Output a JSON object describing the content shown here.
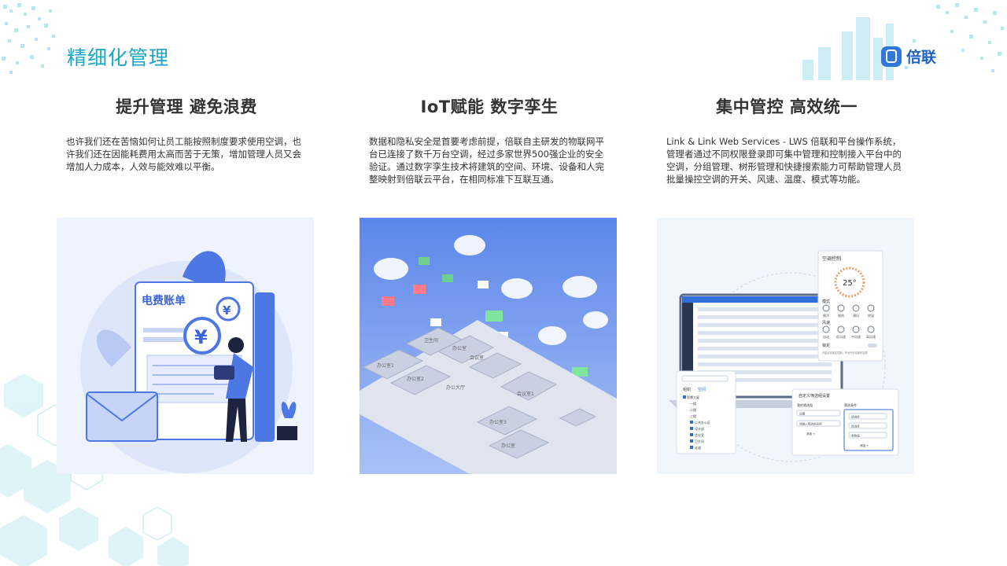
{
  "header": {
    "title": "精细化管理",
    "logo_text": "倍联"
  },
  "columns": [
    {
      "title": "提升管理 避免浪费",
      "text": "也许我们还在苦恼如何让员工能按照制度要求使用空调，也许我们还在因能耗费用太高而苦于无策，增加管理人员又会增加人力成本，人效与能效难以平衡。",
      "image": {
        "bill_label": "电费账单",
        "currency_symbol": "¥"
      }
    },
    {
      "title": "IoT赋能 数字孪生",
      "text": "数据和隐私安全是首要考虑前提，倍联自主研发的物联网平台已连接了数千万台空调，经过多家世界500强企业的安全验证。通过数字孪生技术将建筑的空间、环境、设备和人完整映射到倍联云平台，在相同标准下互联互通。",
      "image": {
        "room_labels": [
          "卫生间",
          "办公室",
          "会议室",
          "办公室1",
          "办公室2",
          "办公大厅",
          "会议室1",
          "办公室3",
          "办公室"
        ]
      }
    },
    {
      "title": "集中管控 高效统一",
      "text": "Link & Link Web Services - LWS 倍联和平台操作系统，管理者通过不同权限登录即可集中管理和控制接入平台中的空调，分组管理、树形管理和快捷搜索能力可帮助管理人员批量操控空调的开关、风速、温度、模式等功能。",
      "image": {
        "ac_panel_title": "空调控制",
        "temperature": "25°",
        "mode_label": "模式",
        "mode_options": [
          "制冷",
          "制热",
          "通风",
          "除湿"
        ],
        "wind_label": "风速",
        "wind_options": [
          "自动",
          "低风速",
          "中风速",
          "高风速"
        ],
        "lock_label": "锁定",
        "lock_hint": "开启后将锁定控制，不允许手动操作空调",
        "tree_tabs": [
          "组织",
          "空间"
        ],
        "tree_items": [
          "智慧大厦",
          "一楼",
          "二楼",
          "三楼",
          "公共办公区",
          "设计部",
          "会议室",
          "卫生间",
          "走道"
        ],
        "filter_title": "自定义筛选组设置",
        "filter_left_head": "我的筛选组",
        "filter_right_head": "筛选条件",
        "filter_left_items": [
          "设置",
          "请输入筛选组名称"
        ],
        "filter_right_items": [
          "请选择",
          "请选择",
          "参数值"
        ],
        "add_label": "添加 +"
      }
    }
  ]
}
